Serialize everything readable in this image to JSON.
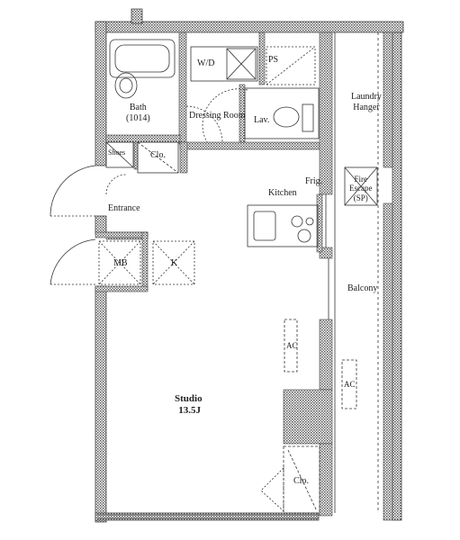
{
  "plan": {
    "rooms": {
      "wd": "W/D",
      "ps": "PS",
      "bath": "Bath",
      "bath_size": "(1014)",
      "dressing": "Dressing Room",
      "lav": "Lav.",
      "laundry_1": "Laundry",
      "laundry_2": "Hanger",
      "shoes": "Shoes",
      "clo_top": "Clo.",
      "frig": "Frig.",
      "kitchen": "Kitchen",
      "fire_1": "Fire",
      "fire_2": "Escape",
      "fire_3": "(SP)",
      "entrance": "Entrance",
      "mb": "MB",
      "k": "K",
      "balcony": "Balcony",
      "ac_left": "AC",
      "ac_right": "AC",
      "studio": "Studio",
      "studio_size": " 13.5J",
      "clo_bottom": "Clo."
    }
  }
}
